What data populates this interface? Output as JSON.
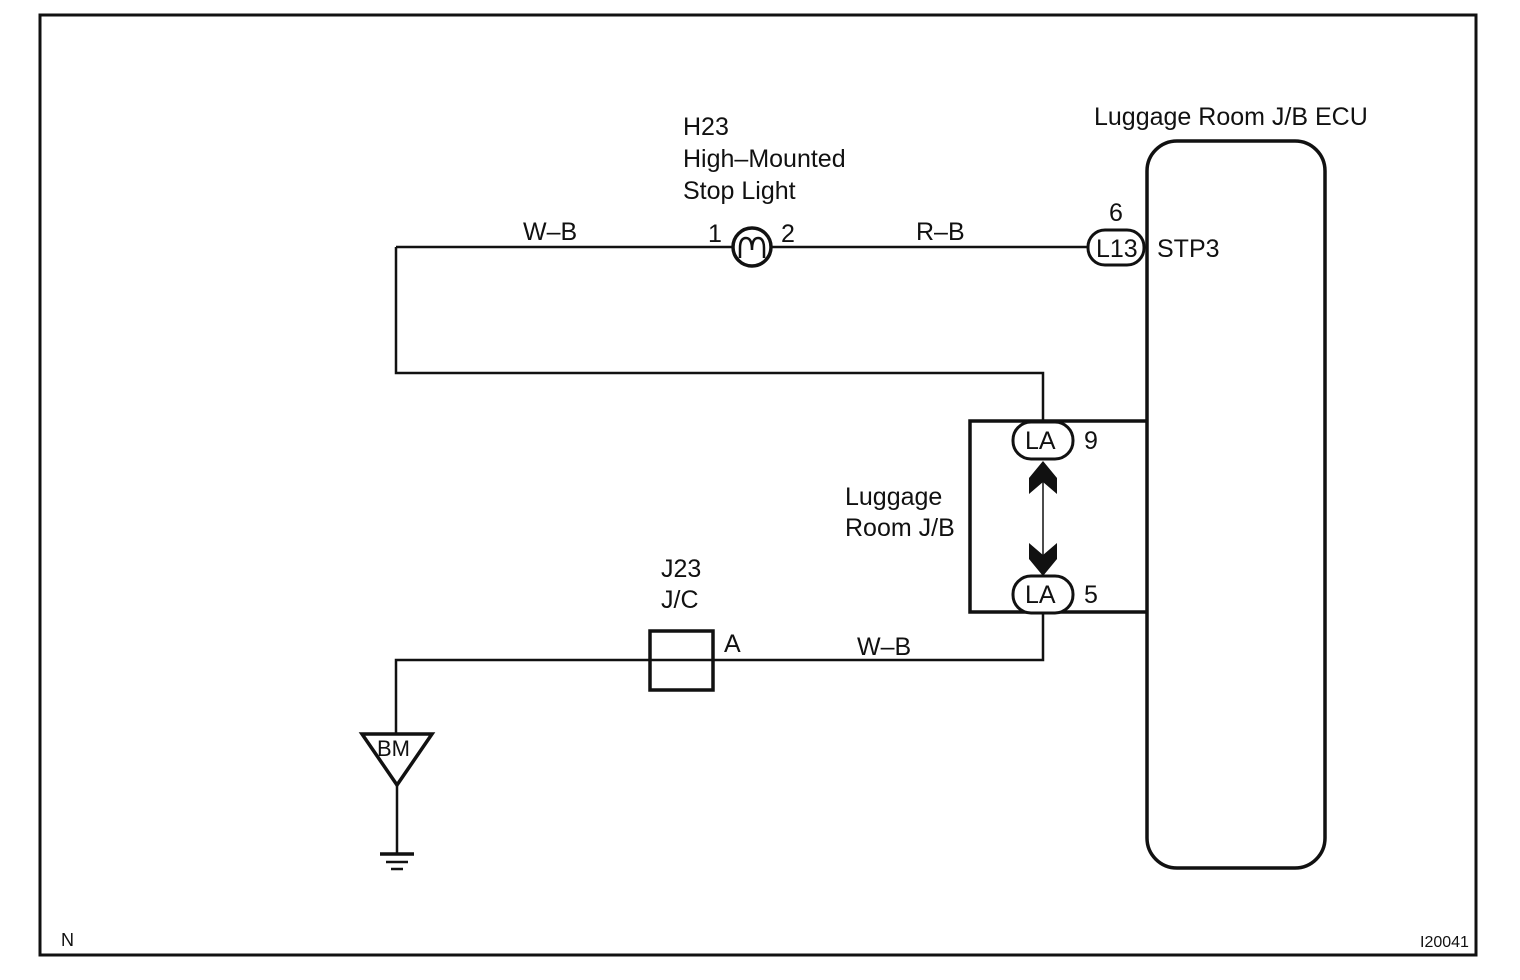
{
  "diagram": {
    "frame_corner_label": "N",
    "figure_id": "I20041",
    "ink_color": "#111111",
    "background_color": "#ffffff",
    "components": {
      "stop_light": {
        "code": "H23",
        "name_line1": "High–Mounted",
        "name_line2": "Stop Light",
        "pin_left": "1",
        "pin_right": "2",
        "icon": "bulb-icon"
      },
      "ecu": {
        "name": "Luggage Room J/B ECU",
        "terminal_name": "STP3",
        "connector": "L13",
        "connector_pin": "6"
      },
      "junction_block": {
        "name_line1": "Luggage",
        "name_line2": "Room J/B",
        "connector_top": "LA",
        "connector_top_pin": "9",
        "connector_bottom": "LA",
        "connector_bottom_pin": "5"
      },
      "junction_connector": {
        "code": "J23",
        "name": "J/C",
        "pin": "A"
      },
      "ground": {
        "point": "BM",
        "icon": "ground-icon"
      }
    },
    "wires": {
      "left_top": "W–B",
      "right_top": "R–B",
      "bottom": "W–B"
    }
  }
}
